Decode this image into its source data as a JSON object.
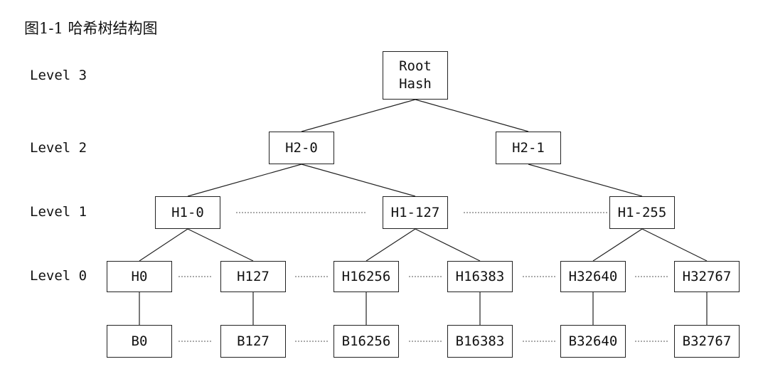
{
  "caption": "图1-1 哈希树结构图",
  "levels": {
    "l3": "Level 3",
    "l2": "Level 2",
    "l1": "Level 1",
    "l0": "Level 0"
  },
  "nodes": {
    "root": "Root\nHash",
    "h2_0": "H2-0",
    "h2_1": "H2-1",
    "h1_0": "H1-0",
    "h1_127": "H1-127",
    "h1_255": "H1-255",
    "h0": "H0",
    "h127": "H127",
    "h16256": "H16256",
    "h16383": "H16383",
    "h32640": "H32640",
    "h32767": "H32767",
    "b0": "B0",
    "b127": "B127",
    "b16256": "B16256",
    "b16383": "B16383",
    "b32640": "B32640",
    "b32767": "B32767"
  },
  "colors": {
    "line": "#222222",
    "dotted": "#555555"
  }
}
